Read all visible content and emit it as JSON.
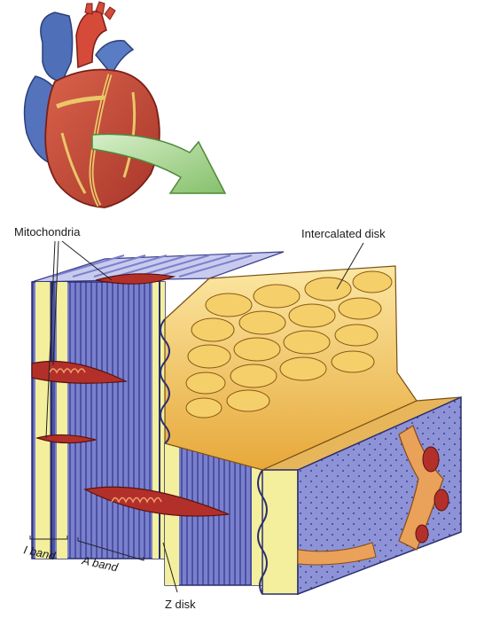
{
  "labels": {
    "mitochondria": "Mitochondria",
    "intercalated_disk": "Intercalated disk",
    "i_band": "I band",
    "a_band": "A band",
    "z_disk": "Z disk"
  },
  "colors": {
    "heart_red": "#c8462f",
    "heart_blue": "#4f6fb8",
    "fat_yellow": "#e9c76a",
    "arrow_green": "#9fd08a",
    "muscle_purple": "#6d74c2",
    "muscle_light": "#b3b6e6",
    "band_yellow": "#f3ef9c",
    "disk_gold": "#f2c45a",
    "mito_red": "#b3302a"
  },
  "icons": [
    "heart-illustration",
    "direction-arrow-icon"
  ]
}
